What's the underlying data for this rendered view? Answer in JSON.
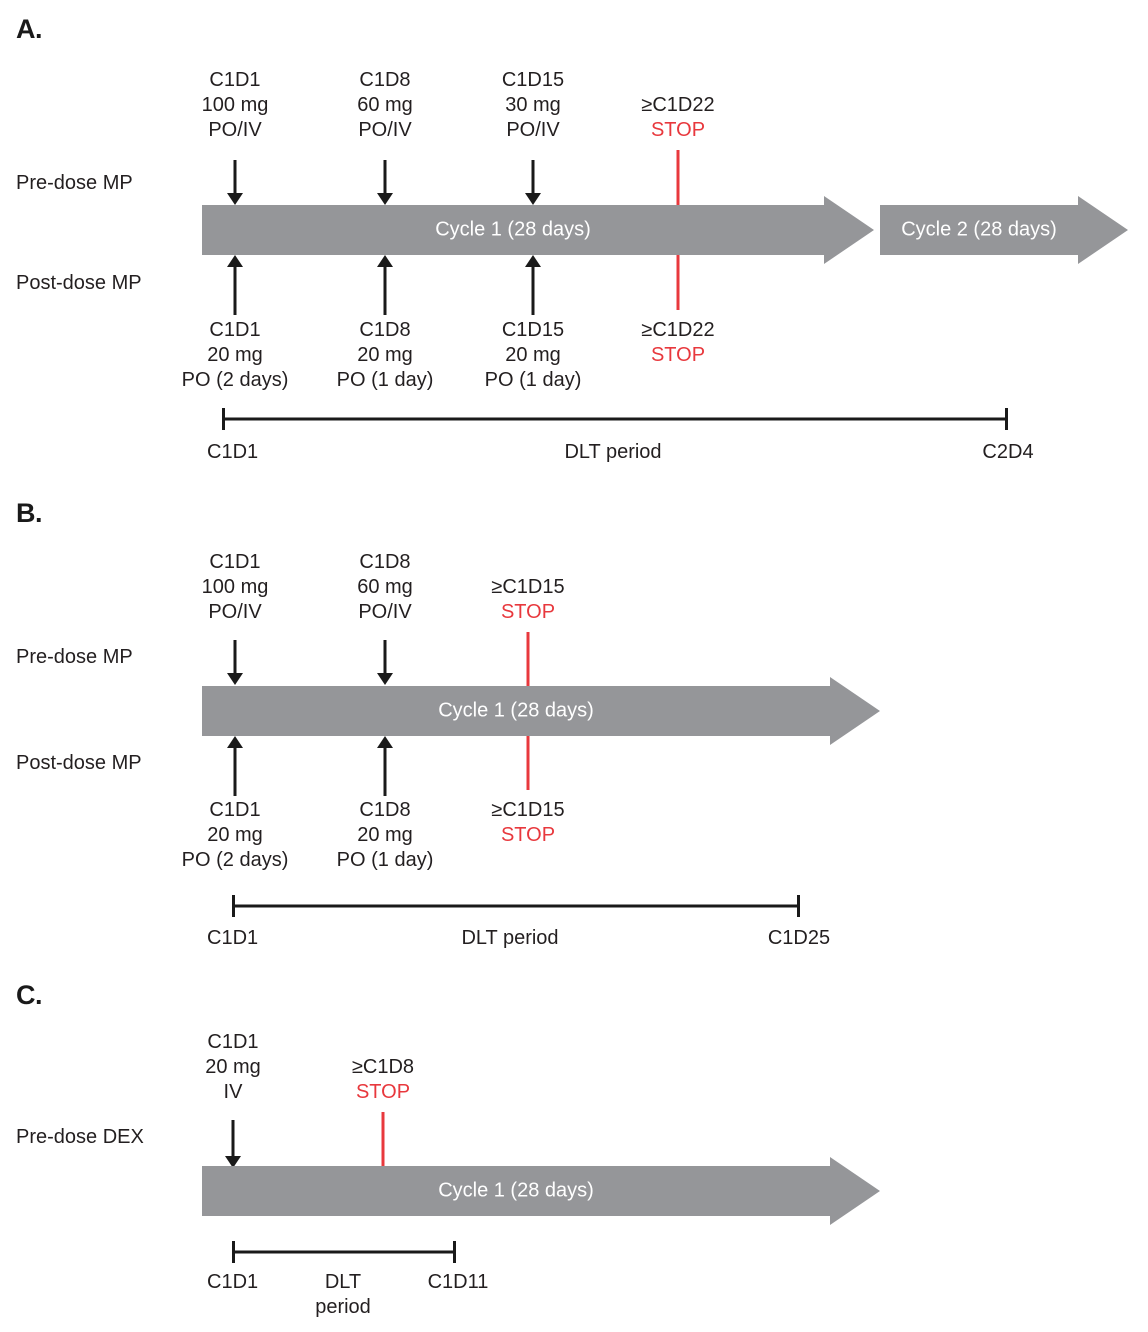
{
  "figure": {
    "panels": [
      {
        "letter": "A.",
        "row_labels": [
          "Pre-dose MP",
          "Post-dose MP"
        ],
        "cycles": [
          {
            "label": "Cycle 1 (28 days)"
          },
          {
            "label": "Cycle 2 (28 days)"
          }
        ],
        "pre_dose_events": [
          {
            "day": "C1D1",
            "dose": "100 mg",
            "route": "PO/IV"
          },
          {
            "day": "C1D8",
            "dose": "60 mg",
            "route": "PO/IV"
          },
          {
            "day": "C1D15",
            "dose": "30 mg",
            "route": "PO/IV"
          }
        ],
        "pre_dose_stop": {
          "day": "≥C1D22",
          "action": "STOP"
        },
        "post_dose_events": [
          {
            "day": "C1D1",
            "dose": "20 mg",
            "route": "PO (2 days)"
          },
          {
            "day": "C1D8",
            "dose": "20 mg",
            "route": "PO (1 day)"
          },
          {
            "day": "C1D15",
            "dose": "20 mg",
            "route": "PO (1 day)"
          }
        ],
        "post_dose_stop": {
          "day": "≥C1D22",
          "action": "STOP"
        },
        "dlt": {
          "start": "C1D1",
          "title": "DLT period",
          "end": "C2D4"
        }
      },
      {
        "letter": "B.",
        "row_labels": [
          "Pre-dose MP",
          "Post-dose MP"
        ],
        "cycles": [
          {
            "label": "Cycle 1 (28 days)"
          }
        ],
        "pre_dose_events": [
          {
            "day": "C1D1",
            "dose": "100 mg",
            "route": "PO/IV"
          },
          {
            "day": "C1D8",
            "dose": "60 mg",
            "route": "PO/IV"
          }
        ],
        "pre_dose_stop": {
          "day": "≥C1D15",
          "action": "STOP"
        },
        "post_dose_events": [
          {
            "day": "C1D1",
            "dose": "20 mg",
            "route": "PO (2 days)"
          },
          {
            "day": "C1D8",
            "dose": "20 mg",
            "route": "PO (1 day)"
          }
        ],
        "post_dose_stop": {
          "day": "≥C1D15",
          "action": "STOP"
        },
        "dlt": {
          "start": "C1D1",
          "title": "DLT period",
          "end": "C1D25"
        }
      },
      {
        "letter": "C.",
        "row_labels": [
          "Pre-dose DEX"
        ],
        "cycles": [
          {
            "label": "Cycle 1 (28 days)"
          }
        ],
        "pre_dose_events": [
          {
            "day": "C1D1",
            "dose": "20 mg",
            "route": "IV"
          }
        ],
        "pre_dose_stop": {
          "day": "≥C1D8",
          "action": "STOP"
        },
        "dlt": {
          "start": "C1D1",
          "title": "DLT",
          "title2": "period",
          "end": "C1D11"
        }
      }
    ],
    "colors": {
      "cycle_bar": "#959699",
      "stop_red": "#e8383d",
      "text": "#231f20",
      "rule": "#1a1a1a"
    }
  }
}
